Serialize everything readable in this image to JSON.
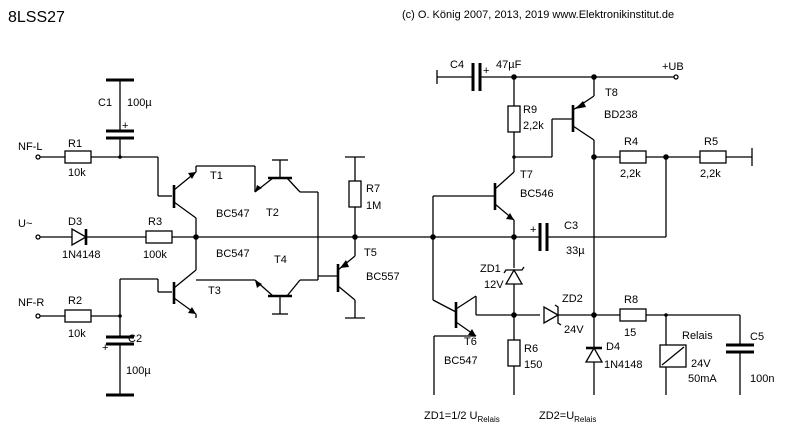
{
  "header": {
    "title": "8LSS27",
    "copyright": "(c) O. König 2007, 2013, 2019 www.Elektronikinstitut.de"
  },
  "inputs": {
    "nf_l": "NF-L",
    "u_in": "U~",
    "nf_r": "NF-R",
    "supply": "+UB"
  },
  "components": {
    "C1": {
      "ref": "C1",
      "value": "100µ"
    },
    "C2": {
      "ref": "C2",
      "value": "100µ"
    },
    "C3": {
      "ref": "C3",
      "value": "33µ"
    },
    "C4": {
      "ref": "C4",
      "value": "47µF"
    },
    "C5": {
      "ref": "C5",
      "value": "100n"
    },
    "R1": {
      "ref": "R1",
      "value": "10k"
    },
    "R2": {
      "ref": "R2",
      "value": "10k"
    },
    "R3": {
      "ref": "R3",
      "value": "100k"
    },
    "R4": {
      "ref": "R4",
      "value": "2,2k"
    },
    "R5": {
      "ref": "R5",
      "value": "2,2k"
    },
    "R6": {
      "ref": "R6",
      "value": "150"
    },
    "R7": {
      "ref": "R7",
      "value": "1M"
    },
    "R8": {
      "ref": "R8",
      "value": "15"
    },
    "R9": {
      "ref": "R9",
      "value": "2,2k"
    },
    "D3": {
      "ref": "D3",
      "value": "1N4148"
    },
    "D4": {
      "ref": "D4",
      "value": "1N4148"
    },
    "ZD1": {
      "ref": "ZD1",
      "value": "12V"
    },
    "ZD2": {
      "ref": "ZD2",
      "value": "24V"
    },
    "T1": {
      "ref": "T1",
      "value": "BC547"
    },
    "T2": {
      "ref": "T2"
    },
    "T3": {
      "ref": "T3",
      "value": "BC547"
    },
    "T4": {
      "ref": "T4"
    },
    "T5": {
      "ref": "T5",
      "value": "BC557"
    },
    "T6": {
      "ref": "T6",
      "value": "BC547"
    },
    "T7": {
      "ref": "T7",
      "value": "BC546"
    },
    "T8": {
      "ref": "T8",
      "value": "BD238"
    },
    "Relais": {
      "ref": "Relais",
      "value": "24V",
      "current": "50mA"
    }
  },
  "polarity": {
    "plus": "+"
  },
  "notes": {
    "zd1_prefix": "ZD1=1/2 U",
    "zd2_prefix": "ZD2=U",
    "subscript": "Relais"
  }
}
